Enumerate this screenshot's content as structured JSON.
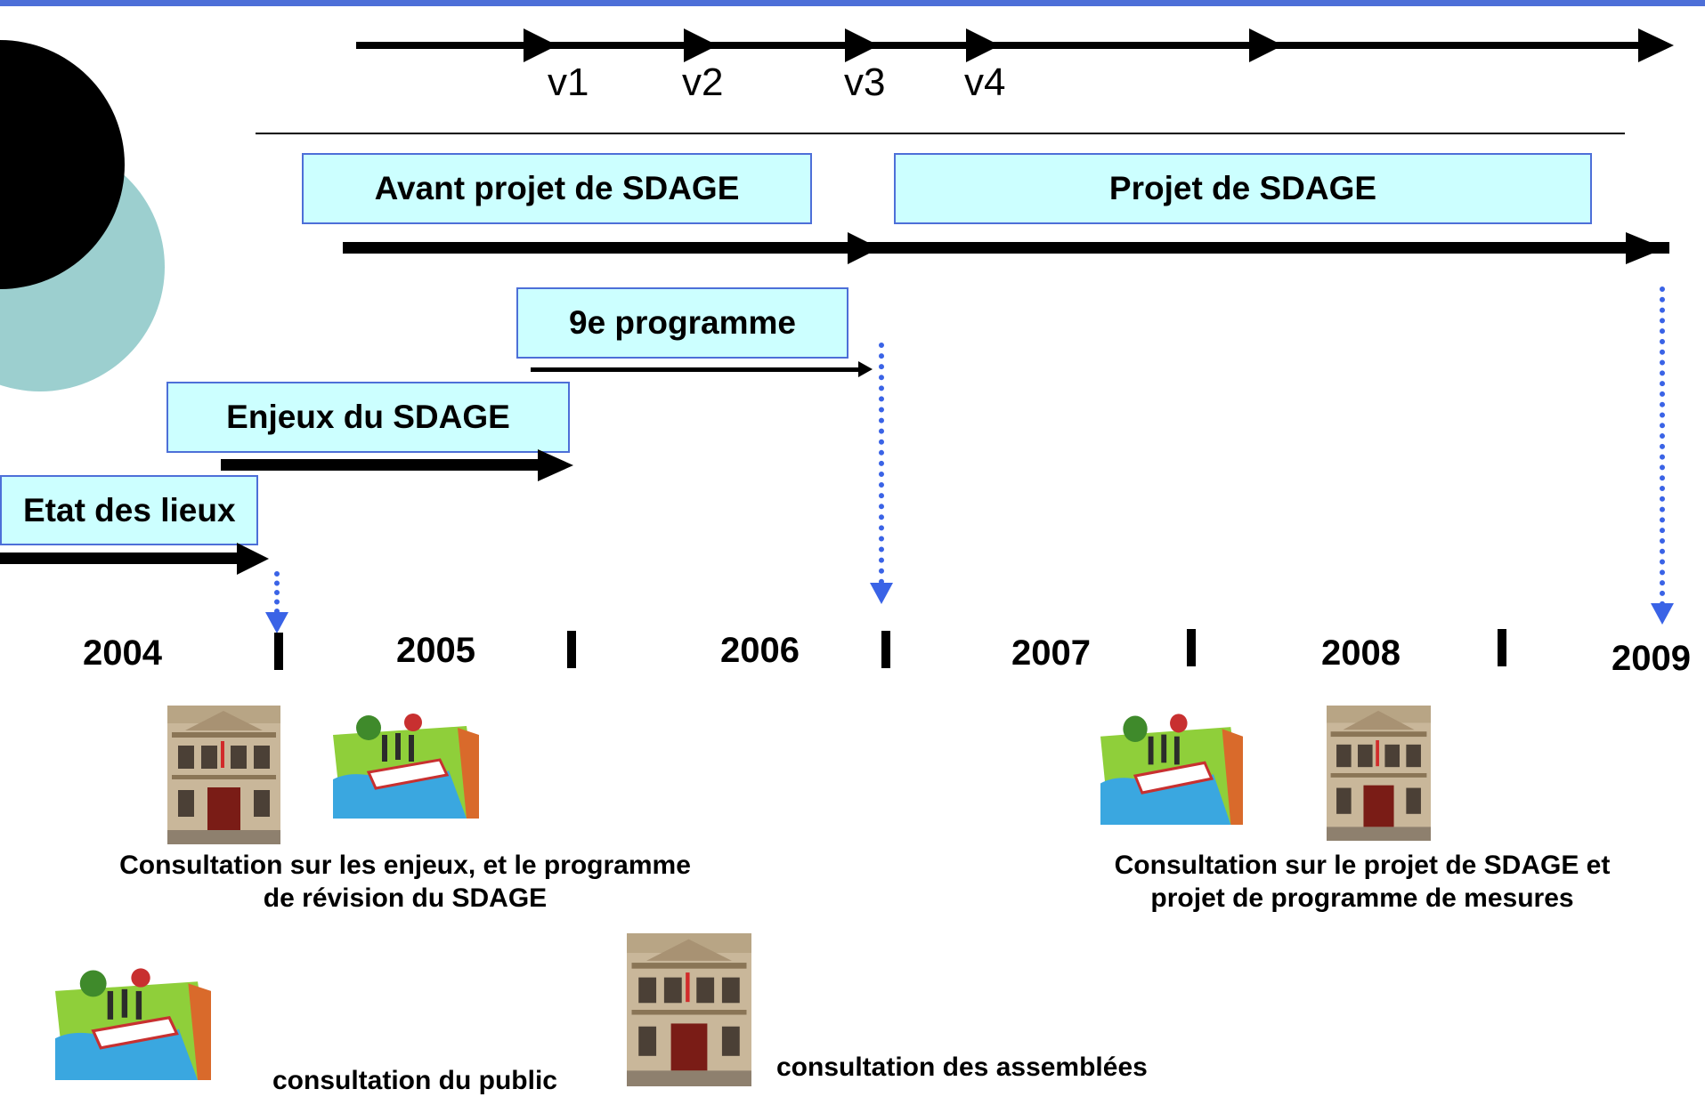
{
  "versions": [
    "v1",
    "v2",
    "v3",
    "v4"
  ],
  "phases": {
    "avant_projet": "Avant projet de SDAGE",
    "projet": "Projet de SDAGE",
    "programme": "9e programme",
    "enjeux": "Enjeux du SDAGE",
    "etat": "Etat des lieux"
  },
  "years": [
    "2004",
    "2005",
    "2006",
    "2007",
    "2008",
    "2009"
  ],
  "captions": {
    "left_line1": "Consultation sur les enjeux, et le programme",
    "left_line2": "de révision du SDAGE",
    "right_line1": "Consultation sur le projet de SDAGE et",
    "right_line2": "projet de programme de mesures"
  },
  "legend": {
    "public": "consultation du public",
    "assemblees": "consultation des assemblées"
  },
  "colors": {
    "box_fill": "#ccffff",
    "box_border": "#4d6fd8",
    "dotted_arrow": "#3a63e6",
    "circle_teal": "#9ccfcf"
  },
  "icons": [
    "river-icon",
    "building-icon"
  ]
}
